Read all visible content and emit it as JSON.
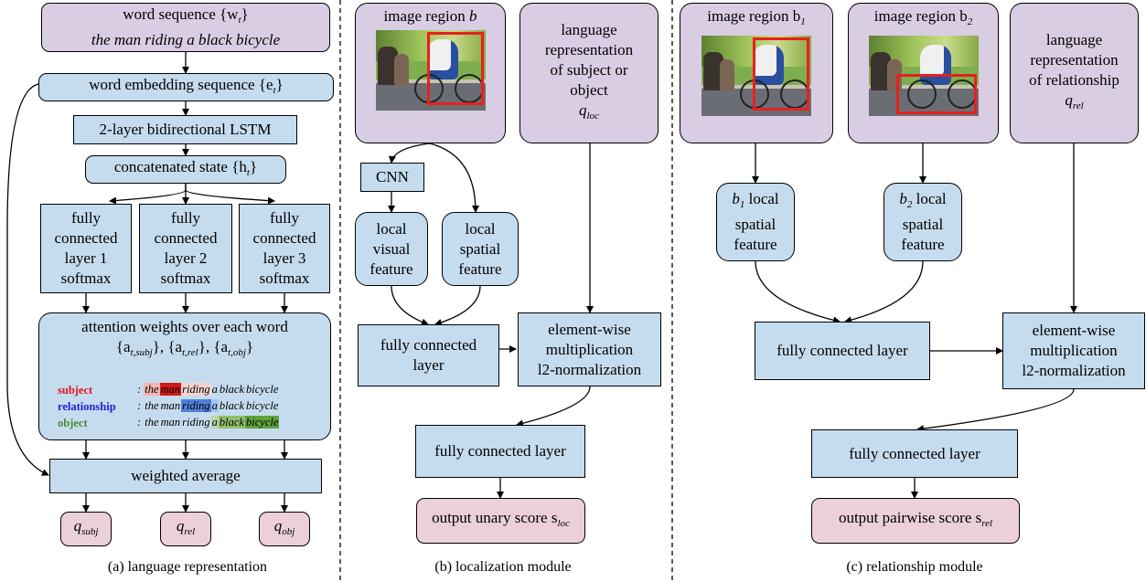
{
  "col_a": {
    "word_sequence_label": "word sequence {w",
    "word_sequence_sub": "t",
    "word_sequence_close": "}",
    "sentence": "the man riding a black bicycle",
    "embedding_label": "word embedding sequence {e",
    "embedding_sub": "t",
    "embedding_close": "}",
    "lstm": "2-layer bidirectional LSTM",
    "concat_label": "concatenated state {h",
    "concat_sub": "t",
    "concat_close": "}",
    "fc_layers": [
      [
        "fully",
        "connected",
        "layer 1",
        "softmax"
      ],
      [
        "fully",
        "connected",
        "layer 2",
        "softmax"
      ],
      [
        "fully",
        "connected",
        "layer 3",
        "softmax"
      ]
    ],
    "attention_title": "attention weights over each word",
    "attention_sets": [
      "{a",
      "t,subj",
      "}, {a",
      "t,rel",
      "}, {a",
      "t,obj",
      "}"
    ],
    "attention_rows": [
      {
        "label": "subject",
        "color": "#e3161c",
        "words": [
          "the",
          "man",
          "riding",
          "a",
          "black",
          "bicycle"
        ]
      },
      {
        "label": "relationship",
        "color": "#1e1ed6",
        "words": [
          "the",
          "man",
          "riding",
          "a",
          "black",
          "bicycle"
        ]
      },
      {
        "label": "object",
        "color": "#4a8a2a",
        "words": [
          "the",
          "man",
          "riding",
          "a",
          "black",
          "bicycle"
        ]
      }
    ],
    "weighted_average": "weighted average",
    "outputs": [
      [
        "q",
        "subj"
      ],
      [
        "q",
        "rel"
      ],
      [
        "q",
        "obj"
      ]
    ],
    "caption": "(a) language representation"
  },
  "col_b": {
    "image_region": "image region ",
    "image_region_var": "b",
    "lang_rep": [
      "language",
      "representation",
      "of subject or",
      "object"
    ],
    "lang_q": [
      "q",
      "loc"
    ],
    "cnn": "CNN",
    "local_visual": [
      "local",
      "visual",
      "feature"
    ],
    "local_spatial": [
      "local",
      "spatial",
      "feature"
    ],
    "fc": [
      "fully connected",
      "layer"
    ],
    "elementwise": [
      "element-wise",
      "multiplication",
      "l2-normalization"
    ],
    "fc2": "fully connected layer",
    "output": [
      "output unary score s",
      "loc"
    ],
    "caption": "(b) localization module"
  },
  "col_c": {
    "image_region_1": [
      "image region b",
      "1"
    ],
    "image_region_2": [
      "image region b",
      "2"
    ],
    "lang_rep": [
      "language",
      "representation",
      "of relationship"
    ],
    "lang_q": [
      "q",
      "rel"
    ],
    "spatial_1": [
      "b",
      "1",
      " local",
      "spatial",
      "feature"
    ],
    "spatial_2": [
      "b",
      "2",
      " local",
      "spatial",
      "feature"
    ],
    "fc": "fully connected layer",
    "elementwise": [
      "element-wise",
      "multiplication",
      "l2-normalization"
    ],
    "fc2": "fully connected layer",
    "output": [
      "output pairwise score s",
      "rel"
    ],
    "caption": "(c) relationship module"
  },
  "colors": {
    "box_blue": "#c5dcee",
    "box_purple": "#d9cde3",
    "box_pink": "#ecd0d9",
    "bbox_red": "#e8201c"
  }
}
